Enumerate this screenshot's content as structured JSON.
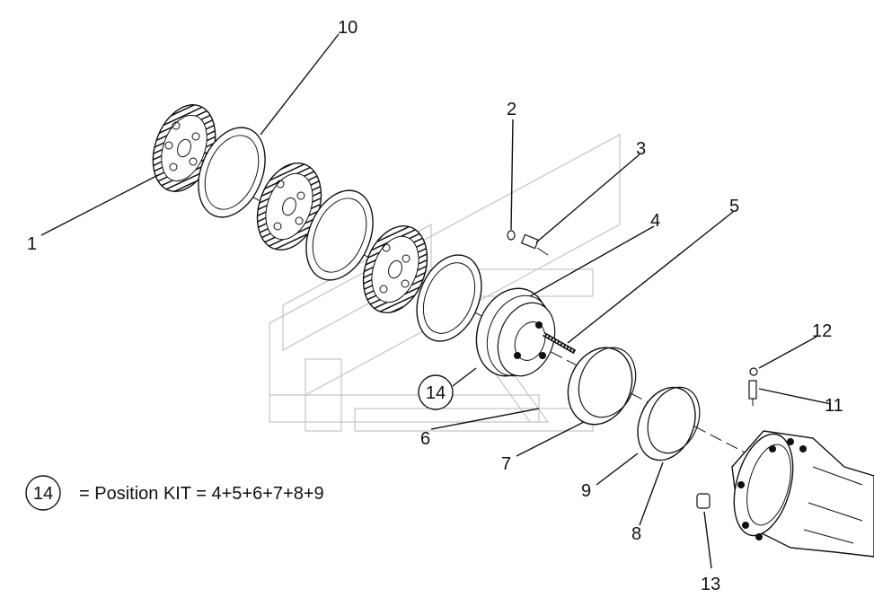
{
  "diagram": {
    "callouts": {
      "c1": "1",
      "c2": "2",
      "c3": "3",
      "c4": "4",
      "c5": "5",
      "c6": "6",
      "c7": "7",
      "c8": "8",
      "c9": "9",
      "c10": "10",
      "c11": "11",
      "c12": "12",
      "c13": "13",
      "c14": "14"
    },
    "legend": {
      "badge": "14",
      "text": "= Position KIT = 4+5+6+7+8+9"
    }
  }
}
